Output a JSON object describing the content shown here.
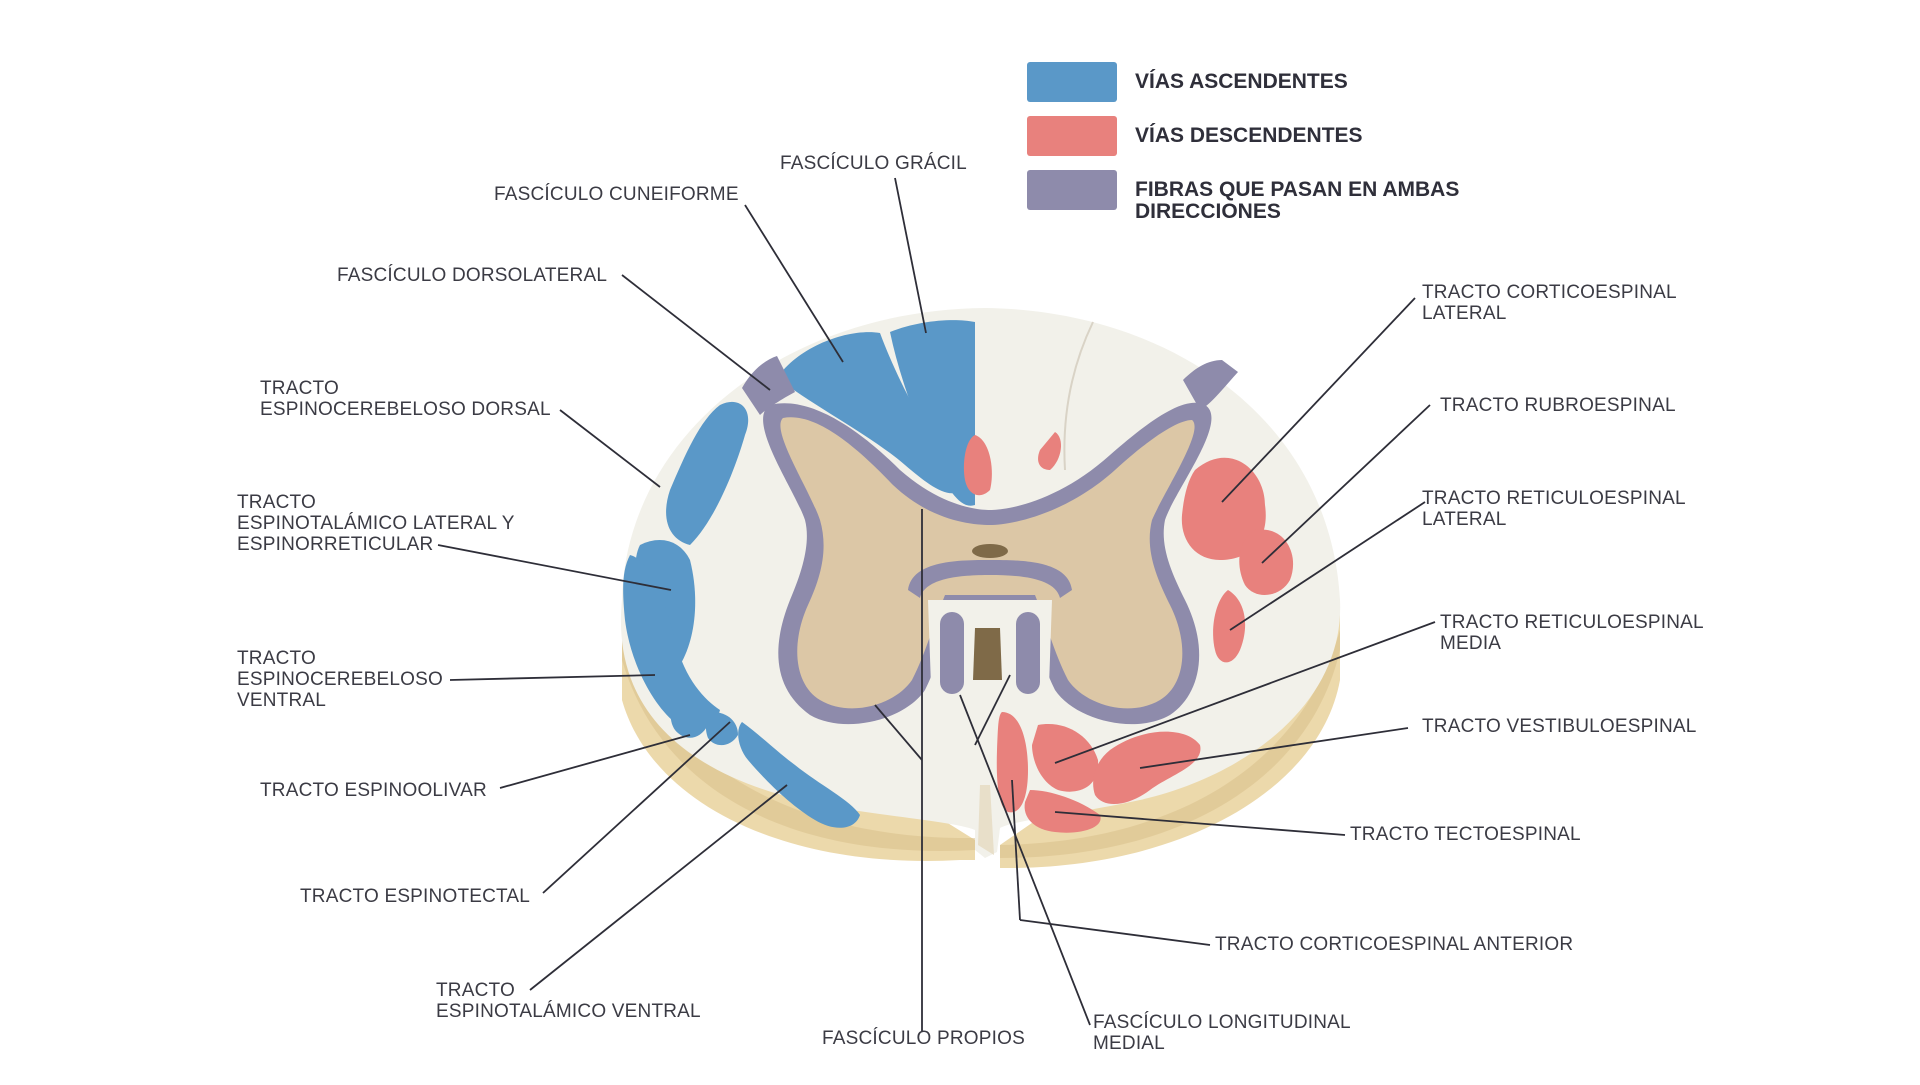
{
  "colors": {
    "ascending": "#5a98c8",
    "descending": "#e8817d",
    "both": "#8e8bab",
    "white_matter": "#f2f1ea",
    "gray_matter": "#dcc7a6",
    "rim": "#ecd9ab",
    "canal": "#7f6a48"
  },
  "legend": [
    {
      "key": "ascending",
      "label": "VÍAS ASCENDENTES"
    },
    {
      "key": "descending",
      "label": "VÍAS DESCENDENTES"
    },
    {
      "key": "both",
      "label": "FIBRAS QUE PASAN EN AMBAS DIRECCIONES"
    }
  ],
  "labels": {
    "fasciculo_gracil": "FASCÍCULO GRÁCIL",
    "fasciculo_cuneiforme": "FASCÍCULO CUNEIFORME",
    "fasciculo_dorsolateral": "FASCÍCULO DORSOLATERAL",
    "espinocerebeloso_dorsal": "TRACTO\nESPINOCEREBELOSO DORSAL",
    "espinotalamico_lateral": "TRACTO\nESPINOTALÁMICO LATERAL Y\nESPINORRETICULAR",
    "espinocerebeloso_ventral": "TRACTO\nESPINOCEREBELOSO\nVENTRAL",
    "espinoolivar": "TRACTO ESPINOOLIVAR",
    "espinotectal": "TRACTO ESPINOTECTAL",
    "espinotalamico_ventral": "TRACTO\nESPINOTALÁMICO VENTRAL",
    "fasciculo_propios": "FASCÍCULO PROPIOS",
    "fasciculo_longitudinal": "FASCÍCULO LONGITUDINAL\nMEDIAL",
    "corticoespinal_anterior": "TRACTO CORTICOESPINAL ANTERIOR",
    "tectoespinal": "TRACTO TECTOESPINAL",
    "vestibuloespinal": "TRACTO VESTIBULOESPINAL",
    "reticuloespinal_media": "TRACTO RETICULOESPINAL\nMEDIA",
    "reticuloespinal_lateral": "TRACTO RETICULOESPINAL\n LATERAL",
    "rubroespinal": "TRACTO RUBROESPINAL",
    "corticoespinal_lateral": "TRACTO CORTICOESPINAL\nLATERAL"
  }
}
